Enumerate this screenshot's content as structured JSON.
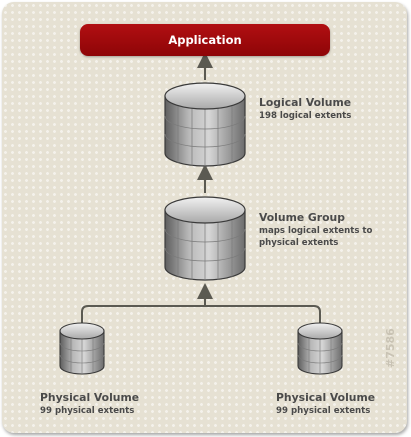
{
  "application": {
    "label": "Application"
  },
  "logical_volume": {
    "title": "Logical Volume",
    "detail": "198 logical extents"
  },
  "volume_group": {
    "title": "Volume Group",
    "detail_line1": "maps logical extents to",
    "detail_line2": "physical extents"
  },
  "physical_volume_left": {
    "title": "Physical Volume",
    "detail": "99 physical extents"
  },
  "physical_volume_right": {
    "title": "Physical Volume",
    "detail": "99 physical extents"
  },
  "watermark": "#7586",
  "colors": {
    "accent": "#a0090b",
    "background": "#e6e1d3",
    "connector": "#5b5a52",
    "disk": "#9c9c9c"
  }
}
